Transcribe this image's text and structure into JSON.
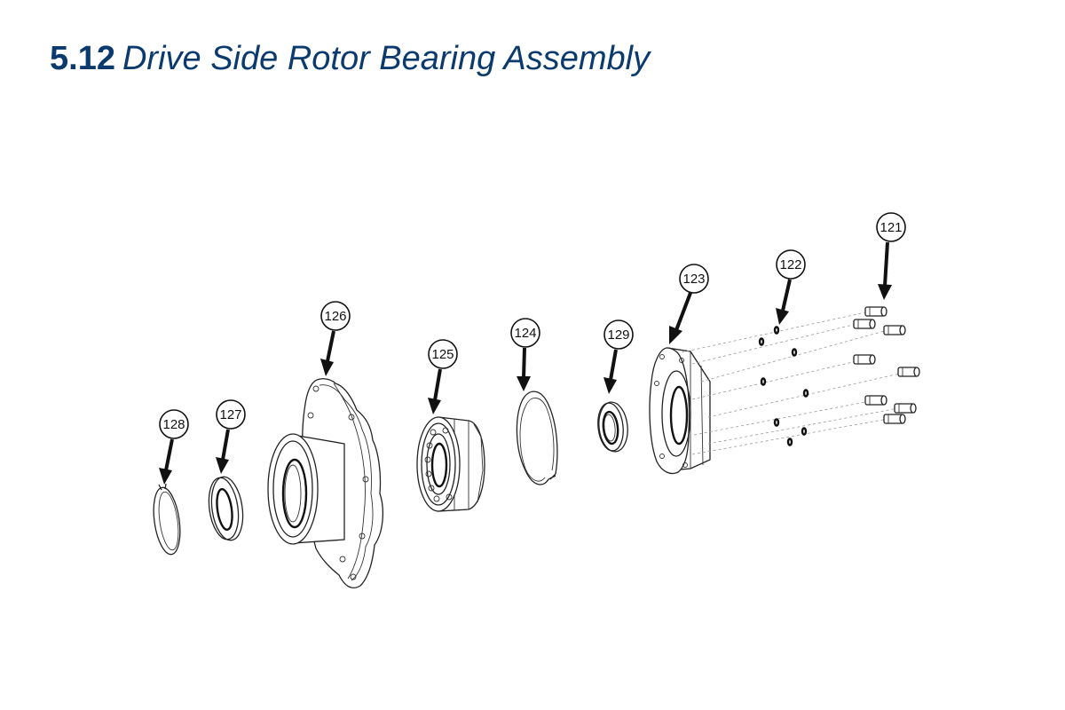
{
  "heading": {
    "number": "5.12",
    "title": "Drive Side Rotor Bearing Assembly",
    "color": "#0b3a6e"
  },
  "callouts": [
    {
      "id": "121",
      "part": "cap-screws"
    },
    {
      "id": "122",
      "part": "washers"
    },
    {
      "id": "123",
      "part": "bearing-housing"
    },
    {
      "id": "124",
      "part": "retaining-ring-large"
    },
    {
      "id": "129",
      "part": "seal"
    },
    {
      "id": "125",
      "part": "bearing"
    },
    {
      "id": "126",
      "part": "rotor-flange"
    },
    {
      "id": "127",
      "part": "spacer-ring"
    },
    {
      "id": "128",
      "part": "retaining-ring-small"
    }
  ]
}
